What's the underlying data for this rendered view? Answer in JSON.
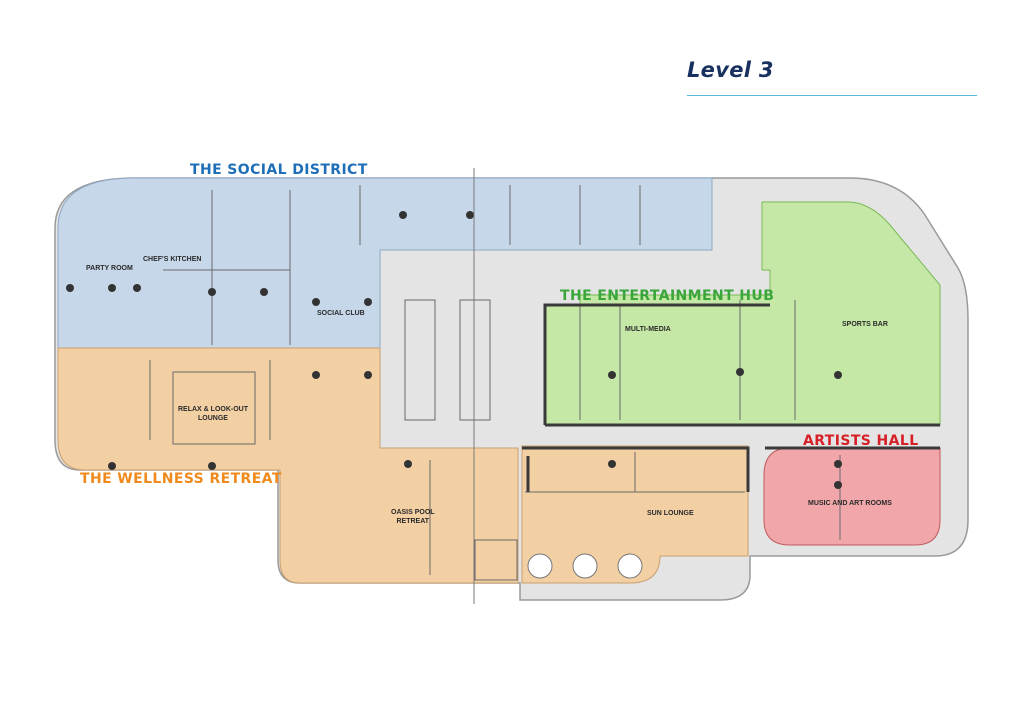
{
  "page": {
    "title": "Level 3"
  },
  "colors": {
    "social": "#c6d7ea",
    "wellness": "#f3cfa4",
    "entertainment": "#c6e8a6",
    "artists": "#f1a7a9",
    "common": "#e4e4e4",
    "social_label": "#1f6eb8",
    "wellness_label": "#f08a1c",
    "entertainment_label": "#3aa63a",
    "artists_label": "#d61f26",
    "title": "#18305e"
  },
  "zones": {
    "social": "THE SOCIAL DISTRICT",
    "wellness": "THE WELLNESS RETREAT",
    "entertainment": "THE ENTERTAINMENT HUB",
    "artists": "ARTISTS HALL"
  },
  "rooms": {
    "party_room": "PARTY ROOM",
    "chefs_kitchen": "CHEF'S KITCHEN",
    "social_club": "SOCIAL CLUB",
    "relax_lounge_1": "RELAX & LOOK-OUT",
    "relax_lounge_2": "LOUNGE",
    "multi_media": "MULTI-MEDIA",
    "sports_bar": "SPORTS BAR",
    "oasis_pool_1": "OASIS POOL",
    "oasis_pool_2": "RETREAT",
    "sun_lounge": "SUN LOUNGE",
    "music_art_rooms": "MUSIC AND ART ROOMS"
  }
}
